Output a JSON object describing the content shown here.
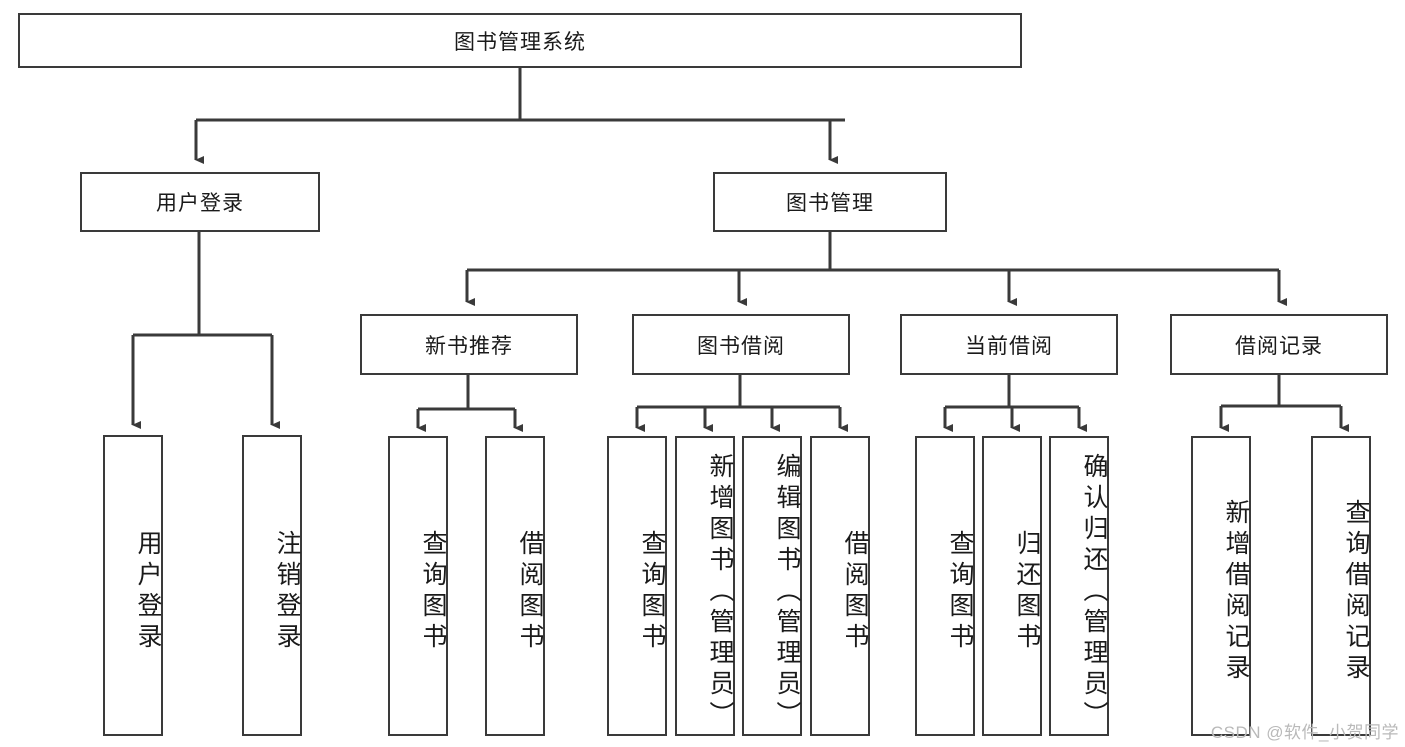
{
  "diagram": {
    "title": "图书管理系统",
    "watermark": "CSDN @软件_小贺同学",
    "colors": {
      "stroke": "#3a3a3a",
      "background": "#ffffff",
      "text": "#1a1a1a",
      "watermark": "#b9b9b9"
    },
    "nodes": {
      "root": {
        "label": "图书管理系统",
        "orientation": "horizontal"
      },
      "level1": [
        {
          "label": "用户登录",
          "orientation": "horizontal"
        },
        {
          "label": "图书管理",
          "orientation": "horizontal"
        }
      ],
      "level2": [
        {
          "label": "新书推荐",
          "orientation": "horizontal"
        },
        {
          "label": "图书借阅",
          "orientation": "horizontal"
        },
        {
          "label": "当前借阅",
          "orientation": "horizontal"
        },
        {
          "label": "借阅记录",
          "orientation": "horizontal"
        }
      ],
      "leaves_user_login": [
        {
          "label": "用户登录",
          "orientation": "vertical"
        },
        {
          "label": "注销登录",
          "orientation": "vertical"
        }
      ],
      "leaves_new_books": [
        {
          "label": "查询图书",
          "orientation": "vertical"
        },
        {
          "label": "借阅图书",
          "orientation": "vertical"
        }
      ],
      "leaves_borrow": [
        {
          "label": "查询图书",
          "orientation": "vertical"
        },
        {
          "label": "新增图书（管理员）",
          "orientation": "vertical"
        },
        {
          "label": "编辑图书（管理员）",
          "orientation": "vertical"
        },
        {
          "label": "借阅图书",
          "orientation": "vertical"
        }
      ],
      "leaves_current": [
        {
          "label": "查询图书",
          "orientation": "vertical"
        },
        {
          "label": "归还图书",
          "orientation": "vertical"
        },
        {
          "label": "确认归还（管理员）",
          "orientation": "vertical"
        }
      ],
      "leaves_records": [
        {
          "label": "新增借阅记录",
          "orientation": "vertical"
        },
        {
          "label": "查询借阅记录",
          "orientation": "vertical"
        }
      ]
    }
  }
}
